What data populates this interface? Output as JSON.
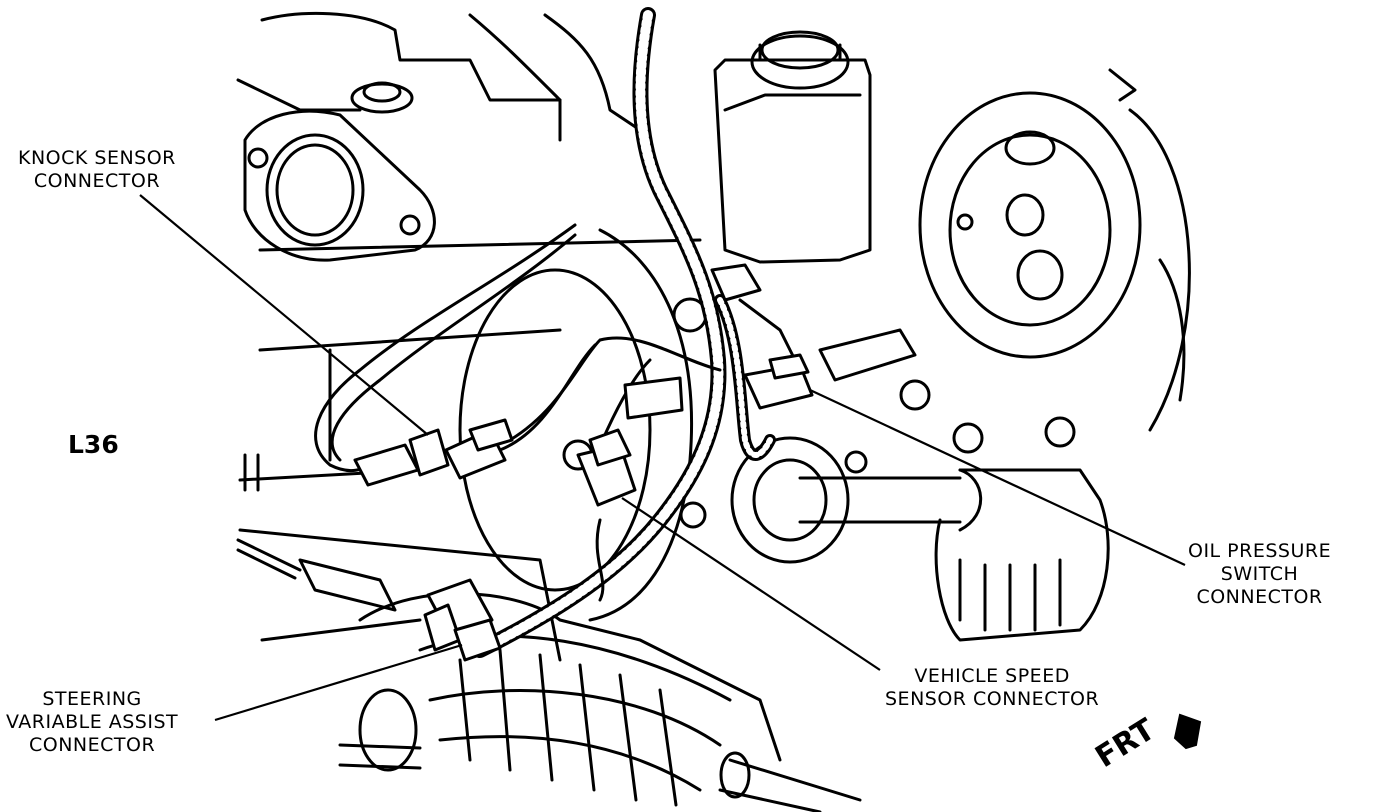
{
  "engine_code": "L36",
  "front_marker": "FRT",
  "callouts": {
    "knock_sensor": [
      "KNOCK SENSOR",
      "CONNECTOR"
    ],
    "oil_pressure": [
      "OIL PRESSURE",
      "SWITCH",
      "CONNECTOR"
    ],
    "vehicle_speed": [
      "VEHICLE SPEED",
      "SENSOR CONNECTOR"
    ],
    "steering_assist": [
      "STEERING",
      "VARIABLE ASSIST",
      "CONNECTOR"
    ]
  }
}
